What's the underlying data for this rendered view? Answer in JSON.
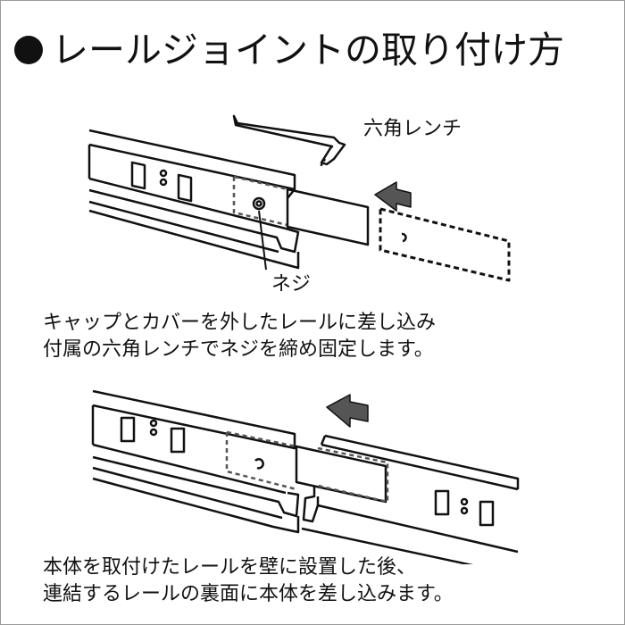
{
  "title": "レールジョイントの取り付け方",
  "diagram1": {
    "labels": {
      "wrench": "六角レンチ",
      "screw": "ネジ"
    },
    "caption_lines": [
      "キャップとカバーを外したレールに差し込み",
      "付属の六角レンチでネジを締め固定します。"
    ]
  },
  "diagram2": {
    "caption_lines": [
      "本体を取付けたレールを壁に設置した後、",
      "連結するレールの裏面に本体を差し込みます。"
    ]
  },
  "icons": {
    "bullet": "filled-circle-bullet",
    "arrow": "direction-arrow-icon",
    "wrench": "hex-wrench-icon"
  },
  "colors": {
    "line": "#111111",
    "arrow_fill": "#555555",
    "dashed": "#666666"
  }
}
